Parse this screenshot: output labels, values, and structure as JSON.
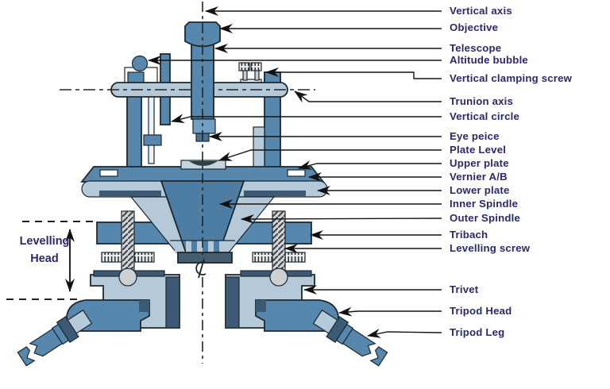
{
  "labels": [
    {
      "id": "vertical-axis",
      "text": "Vertical axis"
    },
    {
      "id": "objective",
      "text": "Objective"
    },
    {
      "id": "telescope",
      "text": "Telescope"
    },
    {
      "id": "altitude-bubble",
      "text": "Altitude bubble"
    },
    {
      "id": "vertical-clamping-screw",
      "text": "Vertical clamping screw"
    },
    {
      "id": "trunion-axis",
      "text": "Trunion axis"
    },
    {
      "id": "vertical-circle",
      "text": "Vertical circle"
    },
    {
      "id": "eye-peice",
      "text": "Eye peice"
    },
    {
      "id": "plate-level",
      "text": "Plate Level"
    },
    {
      "id": "upper-plate",
      "text": "Upper plate"
    },
    {
      "id": "vernier-ab",
      "text": "Vernier A/B"
    },
    {
      "id": "lower-plate",
      "text": "Lower plate"
    },
    {
      "id": "inner-spindle",
      "text": "Inner Spindle"
    },
    {
      "id": "outer-spindle",
      "text": "Outer Spindle"
    },
    {
      "id": "tribach",
      "text": "Tribach"
    },
    {
      "id": "levelling-screw",
      "text": "Levelling screw"
    },
    {
      "id": "trivet",
      "text": "Trivet"
    },
    {
      "id": "tripod-head",
      "text": "Tripod Head"
    },
    {
      "id": "tripod-leg",
      "text": "Tripod Leg"
    }
  ],
  "annotations": {
    "levelling_head": "Levelling Head"
  },
  "colors": {
    "label_text": "#29296b",
    "outline": "#1c2830",
    "steel_medium": "#5787ad",
    "steel_cone": "#4e7da4",
    "steel_light": "#b6c9d9",
    "steel_dark": "#3c5a74",
    "base_dark": "#465d6e",
    "metal_gray": "#d3d6d8",
    "leader_line": "#151515",
    "background": "#ffffff"
  }
}
